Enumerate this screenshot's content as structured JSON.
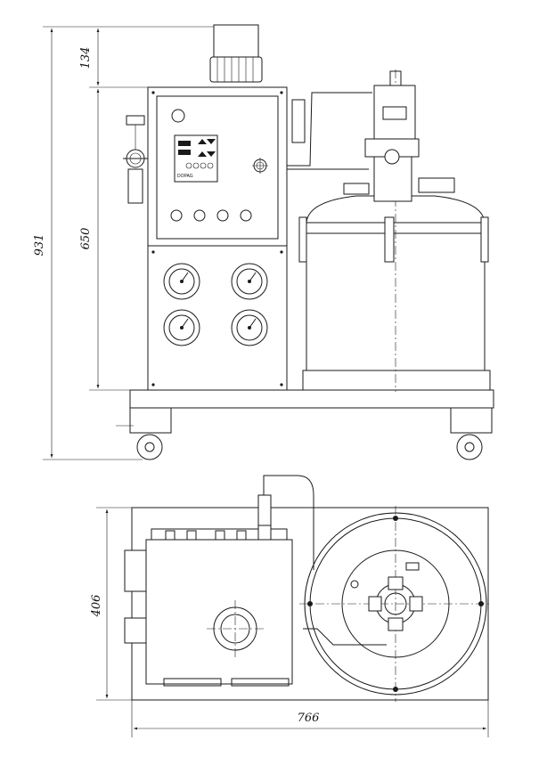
{
  "dimensions": {
    "top_cap_height": "134",
    "cabinet_height": "650",
    "total_height": "931",
    "plan_depth": "406",
    "plan_width": "766"
  },
  "controller": {
    "brand_text": "DOPAG",
    "button_count": 4,
    "gauge_count": 4
  }
}
